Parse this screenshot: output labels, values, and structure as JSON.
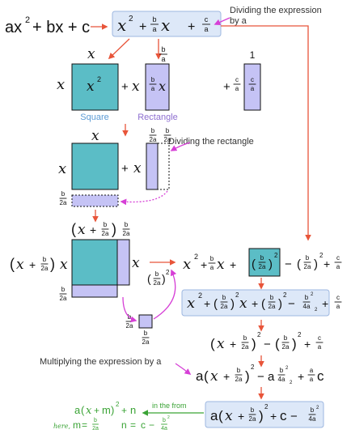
{
  "colors": {
    "arrow": "#e8553a",
    "magenta": "#d63fd6",
    "square_fill": "#5bbdc6",
    "rect_fill": "#c5c3f5",
    "highlight_fill": "#dde8f8",
    "highlight_stroke": "#9db7e0",
    "label_blue": "#5b9bd5",
    "label_purple": "#8e6fd0",
    "green": "#3aa335"
  },
  "annotations": {
    "dividing_expression_line1": "Dividing the expression",
    "dividing_expression_line2": "by a",
    "dividing_rectangle": "Dividing the rectangle",
    "multiplying": "Multiplying the expression by a",
    "in_the_from": "in the from",
    "here": "here,"
  },
  "shapes": {
    "square_label": "Square",
    "rectangle_label": "Rectangle",
    "one_label": "1"
  },
  "math": {
    "x": "x",
    "x_sq": "x",
    "two": "2",
    "plus": "+",
    "minus": "−",
    "eq": "=",
    "a": "a",
    "b": "b",
    "c": "c",
    "two_a": "2a",
    "four_a": "4a",
    "four_a_sq": "4a",
    "b_sq": "b",
    "lparen": "(",
    "rparen": ")",
    "m": "m",
    "n": "n",
    "top_expr": "ax² + bx + c"
  }
}
